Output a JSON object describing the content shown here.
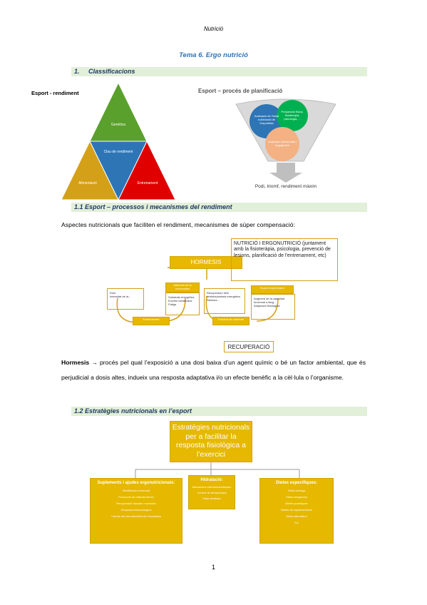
{
  "header": "Nutrició",
  "title": "Tema 6. Ergo nutrició",
  "section1": {
    "num": "1.",
    "label": "Classificacions"
  },
  "figure1": {
    "left_label": "Esport - rendiment",
    "triangle": {
      "top": "Genètica",
      "center": "Clau de rendiment",
      "left": "Alimentació",
      "right": "Entrenament"
    },
    "right_title": "Esport – procés de planificació",
    "circles": [
      "Avaluació de l'estat nutricional de l'esportista",
      "Preparació física, fisioteràpia, psicologia, ...",
      "Aspectes nutricionals i ergogènics"
    ],
    "funnel_output": "Podi, triomf, rendiment màxim"
  },
  "section2": {
    "label": "1.1 Esport – processos i mecanismes del rendiment"
  },
  "intro_text": "Aspectes nutricionals que faciliten el rendiment, mecanismes de súper compensació:",
  "figure2": {
    "hormesis_label": "HORMESIS",
    "recuperacio_label": "RECUPERACIÓ",
    "nutri_box": "NUTRICIÓ I ERGONUTRICIÓ (juntament amb la fisioteràpia, psicologia, prevenció de lesions, planificació de l'entrenament, etc)",
    "box1": [
      "Dosi",
      "Intensitat de la..."
    ],
    "box2_title": "Alteració de la homeostasi",
    "box2": [
      "Substrats energètics",
      "Enzims metabòlics",
      "Fatiga"
    ],
    "box3": [
      "Recuperació dels teixits/substrats energètics",
      "Sistema..."
    ],
    "box4_title": "Supercompensació",
    "box4": [
      "Augment de la capacitat funcional a llarg...",
      "Adaptació fisiològica"
    ],
    "label_a": "Entrenament",
    "label_b": "Entrada de nutrients"
  },
  "hormesis": {
    "term": "Hormesis",
    "arrow": "→",
    "text": " procés pel qual l’exposició a una dosi baixa d’un agent químic o bé un factor ambiental, que és perjudicial a dosis altes, indueix una resposta adaptativa i/o un efecte benèfic a la cèl·lula o l’organisme."
  },
  "section3": {
    "label": "1.2 Estratègies nutricionals en l’esport"
  },
  "figure3": {
    "root": "Estratègies nutricionals per a facilitar la resposta fisiològica a l’exercici",
    "children": [
      {
        "title": "Suplements i ajudes ergonutricionals:",
        "items": [
          "Modificació hormonal",
          "Producció de radicals lliures",
          "Recuperació tissular i muscular",
          "Resposta immunològica",
          "Canvis del microambient de l'esportista"
        ]
      },
      {
        "title": "Hidratació:",
        "items": [
          "Alteracions hidroelectrolítiques",
          "Control de temperatura",
          "Fase aeròbica"
        ]
      },
      {
        "title": "Dietes específiques:",
        "items": [
          "Dieta càrrega",
          "Dieta cetogènica",
          "Dietes proteïques",
          "Dietes de suplementació",
          "Dieta intermitent",
          "Etc"
        ]
      }
    ]
  },
  "page_number": "1"
}
